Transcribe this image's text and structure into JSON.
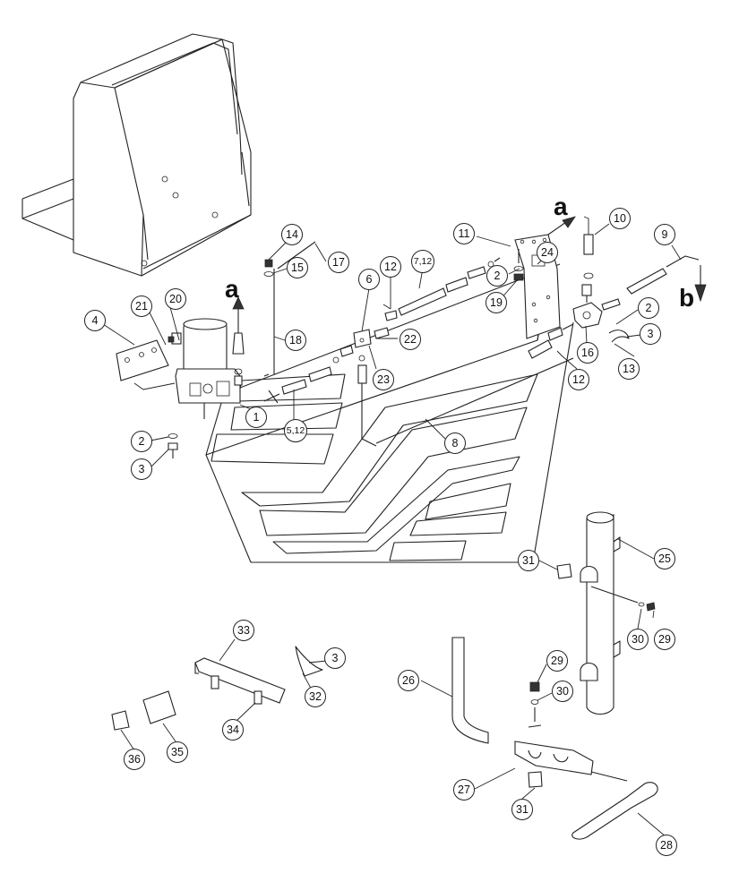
{
  "callouts": [
    {
      "id": "c1",
      "label": "1"
    },
    {
      "id": "c2a",
      "label": "2"
    },
    {
      "id": "c2b",
      "label": "2"
    },
    {
      "id": "c2c",
      "label": "2"
    },
    {
      "id": "c3a",
      "label": "3"
    },
    {
      "id": "c3b",
      "label": "3"
    },
    {
      "id": "c3c",
      "label": "3"
    },
    {
      "id": "c4",
      "label": "4"
    },
    {
      "id": "c512",
      "label": "5,12"
    },
    {
      "id": "c6",
      "label": "6"
    },
    {
      "id": "c712",
      "label": "7,12"
    },
    {
      "id": "c8",
      "label": "8"
    },
    {
      "id": "c9",
      "label": "9"
    },
    {
      "id": "c10",
      "label": "10"
    },
    {
      "id": "c11",
      "label": "11"
    },
    {
      "id": "c12a",
      "label": "12"
    },
    {
      "id": "c12b",
      "label": "12"
    },
    {
      "id": "c13",
      "label": "13"
    },
    {
      "id": "c14",
      "label": "14"
    },
    {
      "id": "c15",
      "label": "15"
    },
    {
      "id": "c16",
      "label": "16"
    },
    {
      "id": "c17",
      "label": "17"
    },
    {
      "id": "c18",
      "label": "18"
    },
    {
      "id": "c19",
      "label": "19"
    },
    {
      "id": "c20",
      "label": "20"
    },
    {
      "id": "c21",
      "label": "21"
    },
    {
      "id": "c22",
      "label": "22"
    },
    {
      "id": "c23",
      "label": "23"
    },
    {
      "id": "c24",
      "label": "24"
    },
    {
      "id": "c25",
      "label": "25"
    },
    {
      "id": "c26",
      "label": "26"
    },
    {
      "id": "c27",
      "label": "27"
    },
    {
      "id": "c28",
      "label": "28"
    },
    {
      "id": "c29a",
      "label": "29"
    },
    {
      "id": "c29b",
      "label": "29"
    },
    {
      "id": "c30a",
      "label": "30"
    },
    {
      "id": "c30b",
      "label": "30"
    },
    {
      "id": "c31a",
      "label": "31"
    },
    {
      "id": "c31b",
      "label": "31"
    },
    {
      "id": "c32",
      "label": "32"
    },
    {
      "id": "c33",
      "label": "33"
    },
    {
      "id": "c34",
      "label": "34"
    },
    {
      "id": "c35",
      "label": "35"
    },
    {
      "id": "c36",
      "label": "36"
    }
  ],
  "arrow_labels": {
    "a_left": "a",
    "a_right": "a",
    "b": "b"
  }
}
